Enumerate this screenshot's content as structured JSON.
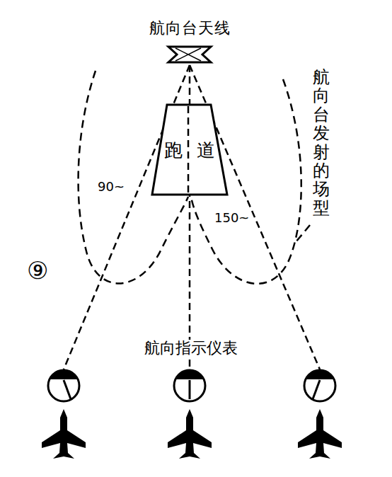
{
  "diagram": {
    "nodes": [
      {
        "text": [
          "航向台天线"
        ]
      },
      {
        "text": [
          "跑道"
        ]
      }
    ],
    "labels": [
      "90~",
      "150~",
      "航向台发射的场型",
      "⑨",
      "航向指示仪表"
    ]
  }
}
